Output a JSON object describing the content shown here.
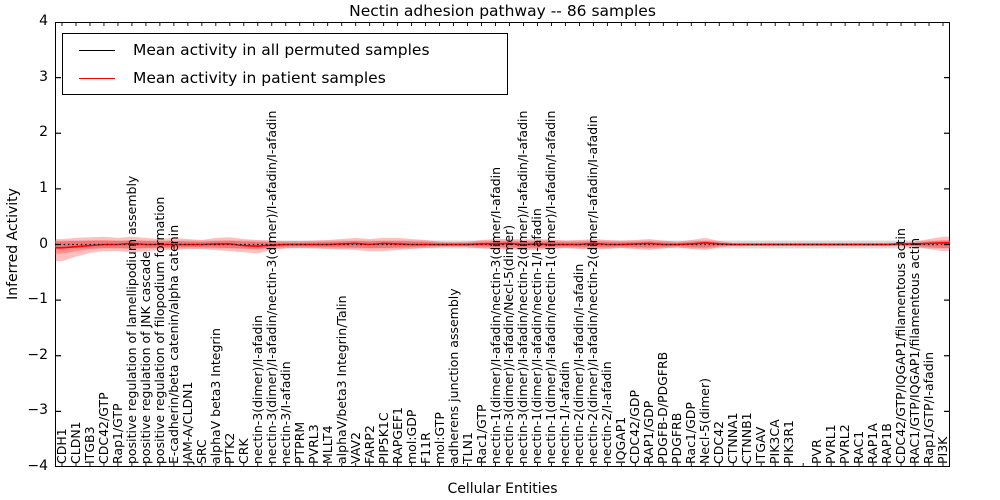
{
  "title": "Nectin adhesion pathway -- 86 samples",
  "axes": {
    "ylabel": "Inferred Activity",
    "xlabel": "Cellular Entities",
    "ytick_labels": [
      "4",
      "3",
      "2",
      "1",
      "0",
      "−1",
      "−2",
      "−3",
      "−4"
    ]
  },
  "legend": {
    "entries": [
      {
        "label": "Mean activity in all permuted samples",
        "color": "#000000"
      },
      {
        "label": "Mean activity in patient samples",
        "color": "#ff0000"
      }
    ]
  },
  "chart_data": {
    "type": "line",
    "title": "Nectin adhesion pathway -- 86 samples",
    "xlabel": "Cellular Entities",
    "ylabel": "Inferred Activity",
    "ylim": [
      -4,
      4
    ],
    "yticks": [
      4,
      3,
      2,
      1,
      0,
      -1,
      -2,
      -3,
      -4
    ],
    "grid": false,
    "legend_position": "upper left",
    "categories": [
      "CDH1",
      "CLDN1",
      "ITGB3",
      "CDC42/GTP",
      "Rap1/GTP",
      "positive regulation of lamellipodium assembly",
      "positive regulation of JNK cascade",
      "positive regulation of filopodium formation",
      "E-cadherin/beta catenin/alpha catenin",
      "JAM-A/CLDN1",
      "SRC",
      "alphaV beta3 Integrin",
      "PTK2",
      "CRK",
      "nectin-3(dimer)/I-afadin",
      "nectin-3(dimer)/I-afadin/nectin-3(dimer)/I-afadin/I-afadin",
      "nectin-3/I-afadin",
      "PTPRM",
      "PVRL3",
      "MLLT4",
      "alphaV/beta3 Integrin/Talin",
      "VAV2",
      "FARP2",
      "PIP5K1C",
      "RAPGEF1",
      "mol:GDP",
      "F11R",
      "mol:GTP",
      "adherens junction assembly",
      "TLN1",
      "Rac1/GTP",
      "nectin-1(dimer)/I-afadin/nectin-3(dimer/I-afadin",
      "nectin-3(dimer)/I-afadin/Necl-5(dimer)",
      "nectin-3(dimer)/I-afadin/nectin-2(dimer)/I-afadin/I-afadin",
      "nectin-1(dimer)/I-afadin/nectin-1/I-afadin",
      "nectin-1(dimer)/I-afadin/nectin-1(dimer)/I-afadin/I-afadin",
      "nectin-1/I-afadin",
      "nectin-2(dimer)/I-afadin/I-afadin",
      "nectin-2(dimer)/I-afadin/nectin-2(dimer/I-afadin/I-afadin",
      "nectin-2/I-afadin",
      "IQGAP1",
      "CDC42/GDP",
      "RAP1/GDP",
      "PDGFB-D/PDGFRB",
      "PDGFRB",
      "Rac1/GDP",
      "Necl-5(dimer)",
      "CDC42",
      "CTNNA1",
      "CTNNB1",
      "ITGAV",
      "PIK3CA",
      "PIK3R1",
      "",
      "PVR",
      "PVRL1",
      "PVRL2",
      "RAC1",
      "RAP1A",
      "RAP1B",
      "CDC42/GTP/IQGAP1/filamentous actin",
      "RAC1/GTP/IQGAP1/filamentous actin",
      "Rap1/GTP/I-afadin",
      "PI3K"
    ],
    "series": [
      {
        "name": "Mean activity in all permuted samples",
        "color": "#000000",
        "style": "dotted",
        "values": [
          0,
          0,
          0,
          0,
          0,
          0,
          0,
          0,
          0,
          0,
          0,
          0,
          0,
          0,
          0,
          0,
          0,
          0,
          0,
          0,
          0,
          0,
          0,
          0,
          0,
          0,
          0,
          0,
          0,
          0,
          0,
          0,
          0,
          0,
          0,
          0,
          0,
          0,
          0,
          0,
          0,
          0,
          0,
          0,
          0,
          0,
          0,
          0,
          0,
          0,
          0,
          0,
          0,
          0,
          0,
          0,
          0,
          0,
          0,
          0,
          0,
          0,
          0,
          0
        ]
      },
      {
        "name": "Mean activity in patient samples",
        "color": "#ff0000",
        "style": "solid",
        "values": [
          -0.06,
          -0.04,
          -0.02,
          0,
          0,
          0.02,
          0,
          0,
          0,
          0,
          0,
          0.01,
          0.01,
          -0.02,
          -0.03,
          -0.01,
          0,
          0,
          0,
          0,
          0.01,
          0.02,
          0,
          0.02,
          0.01,
          0,
          0,
          0,
          0,
          0,
          0.01,
          0.01,
          0.02,
          0,
          0.01,
          0,
          0,
          0,
          0.02,
          0,
          0,
          0.01,
          0.02,
          0,
          0,
          0.01,
          0.03,
          0.01,
          0,
          0,
          0,
          0,
          0,
          0,
          0,
          0,
          0,
          0,
          0,
          0,
          0.01,
          0.01,
          0.02,
          0.03
        ]
      }
    ],
    "bands": [
      {
        "name": "patient band (std around patient mean)",
        "color": "#ff0000",
        "opacity": 0.25,
        "upper": [
          0.1,
          0.12,
          0.13,
          0.14,
          0.12,
          0.14,
          0.12,
          0.1,
          0.12,
          0.1,
          0.08,
          0.12,
          0.13,
          0.1,
          0.08,
          0.07,
          0.06,
          0.06,
          0.07,
          0.08,
          0.1,
          0.12,
          0.1,
          0.12,
          0.12,
          0.1,
          0.08,
          0.05,
          0.04,
          0.05,
          0.08,
          0.1,
          0.1,
          0.09,
          0.1,
          0.09,
          0.07,
          0.08,
          0.1,
          0.08,
          0.07,
          0.08,
          0.1,
          0.07,
          0.05,
          0.08,
          0.12,
          0.06,
          0.03,
          0.03,
          0.03,
          0.03,
          0.03,
          0.03,
          0.03,
          0.03,
          0.03,
          0.03,
          0.03,
          0.03,
          0.03,
          0.05,
          0.1,
          0.14
        ],
        "lower": [
          0.3,
          0.22,
          0.15,
          0.12,
          0.12,
          0.14,
          0.12,
          0.1,
          0.1,
          0.08,
          0.08,
          0.1,
          0.12,
          0.14,
          0.16,
          0.1,
          0.07,
          0.06,
          0.07,
          0.08,
          0.09,
          0.1,
          0.12,
          0.12,
          0.1,
          0.08,
          0.06,
          0.05,
          0.04,
          0.05,
          0.07,
          0.08,
          0.09,
          0.1,
          0.1,
          0.08,
          0.06,
          0.08,
          0.09,
          0.08,
          0.06,
          0.08,
          0.1,
          0.07,
          0.05,
          0.08,
          0.1,
          0.05,
          0.03,
          0.03,
          0.03,
          0.03,
          0.03,
          0.03,
          0.03,
          0.03,
          0.03,
          0.03,
          0.03,
          0.03,
          0.03,
          0.04,
          0.08,
          0.12
        ]
      },
      {
        "name": "permuted band (std around permuted mean)",
        "color": "#c8b4b4",
        "opacity": 0.55,
        "halfwidth": 0.07
      }
    ]
  }
}
